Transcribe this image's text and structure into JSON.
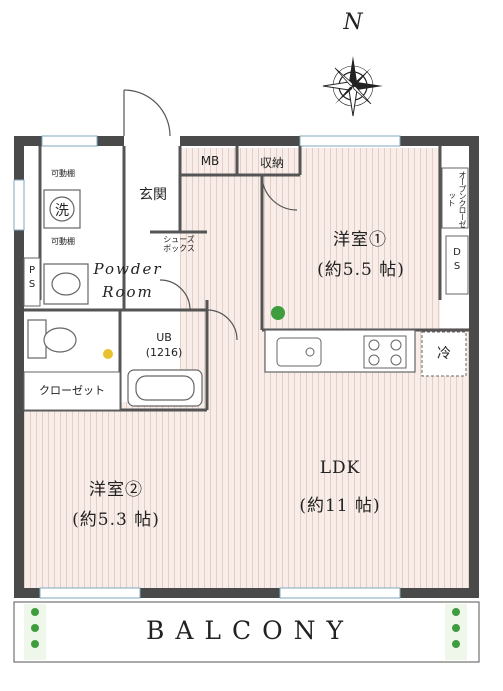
{
  "compass": {
    "north_label": "N",
    "icon": "compass-rose-icon"
  },
  "rooms": {
    "western_room_1": {
      "name": "洋室①",
      "size": "(約5.5 帖)"
    },
    "western_room_2": {
      "name": "洋室②",
      "size": "(約5.3 帖)"
    },
    "ldk": {
      "name": "LDK",
      "size": "(約11 帖)"
    },
    "entrance": "玄関",
    "mb": "MB",
    "storage": "収納",
    "shoe_box": "シューズ\nボックス",
    "powder_room": "Powder\nRoom",
    "unit_bath": "UB\n(1216)",
    "closet": "クローゼット",
    "washer": "洗",
    "movable_shelf_upper": "可動棚",
    "movable_shelf_lower": "可動棚",
    "ps": "P\nS",
    "ds": "D\nS",
    "open_closet": "オープンクローゼット",
    "fridge": "冷",
    "balcony": "BALCONY"
  },
  "colors": {
    "wall": "#4a4a4a",
    "floor_wood": "#f7ebe6",
    "floor_stripe": "#e2cdc4",
    "window": "#a9c9da",
    "plant": "#3f9c3f"
  }
}
